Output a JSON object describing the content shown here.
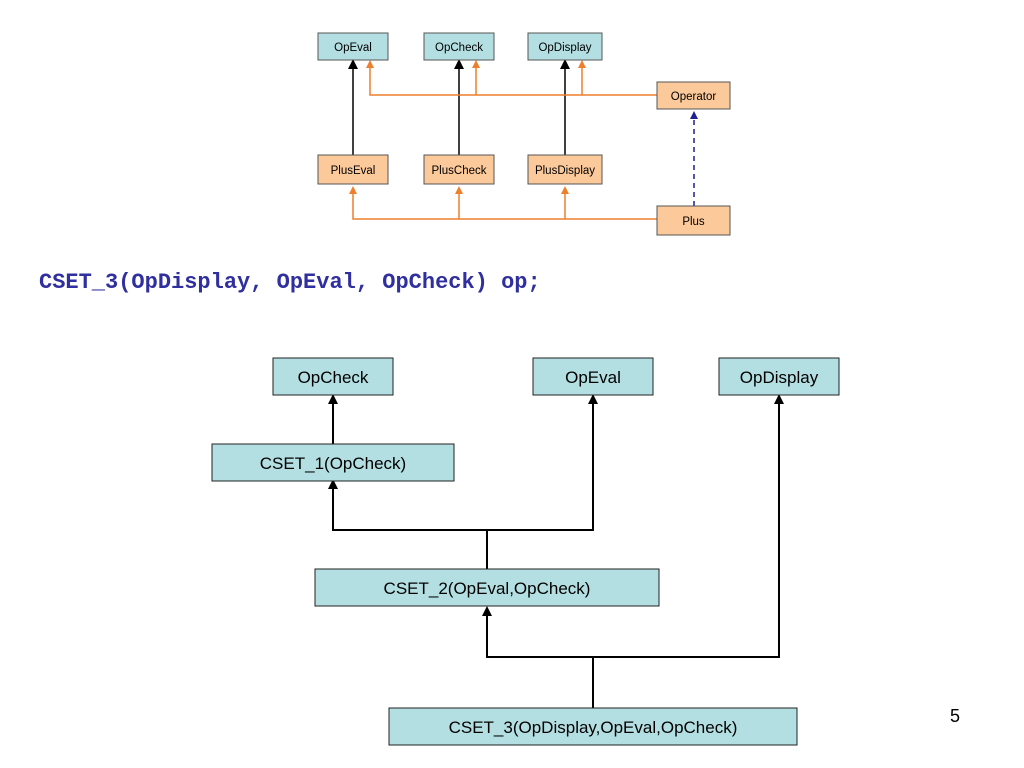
{
  "colors": {
    "interface_fill": "#b4dfe2",
    "impl_fill": "#fbc99a",
    "orange_line": "#ee7f2d",
    "dashed_line": "#1f1f8f",
    "code_text": "#2f2f9f"
  },
  "top_diagram": {
    "interfaces": {
      "op_eval": "OpEval",
      "op_check": "OpCheck",
      "op_display": "OpDisplay"
    },
    "implementations": {
      "plus_eval": "PlusEval",
      "plus_check": "PlusCheck",
      "plus_display": "PlusDisplay"
    },
    "operator": "Operator",
    "plus": "Plus"
  },
  "code_line": "CSET_3(OpDisplay, OpEval, OpCheck) op;",
  "bottom_diagram": {
    "op_check": "OpCheck",
    "op_eval": "OpEval",
    "op_display": "OpDisplay",
    "cset_1": "CSET_1(OpCheck)",
    "cset_2": "CSET_2(OpEval,OpCheck)",
    "cset_3": "CSET_3(OpDisplay,OpEval,OpCheck)"
  },
  "page_number": "5"
}
